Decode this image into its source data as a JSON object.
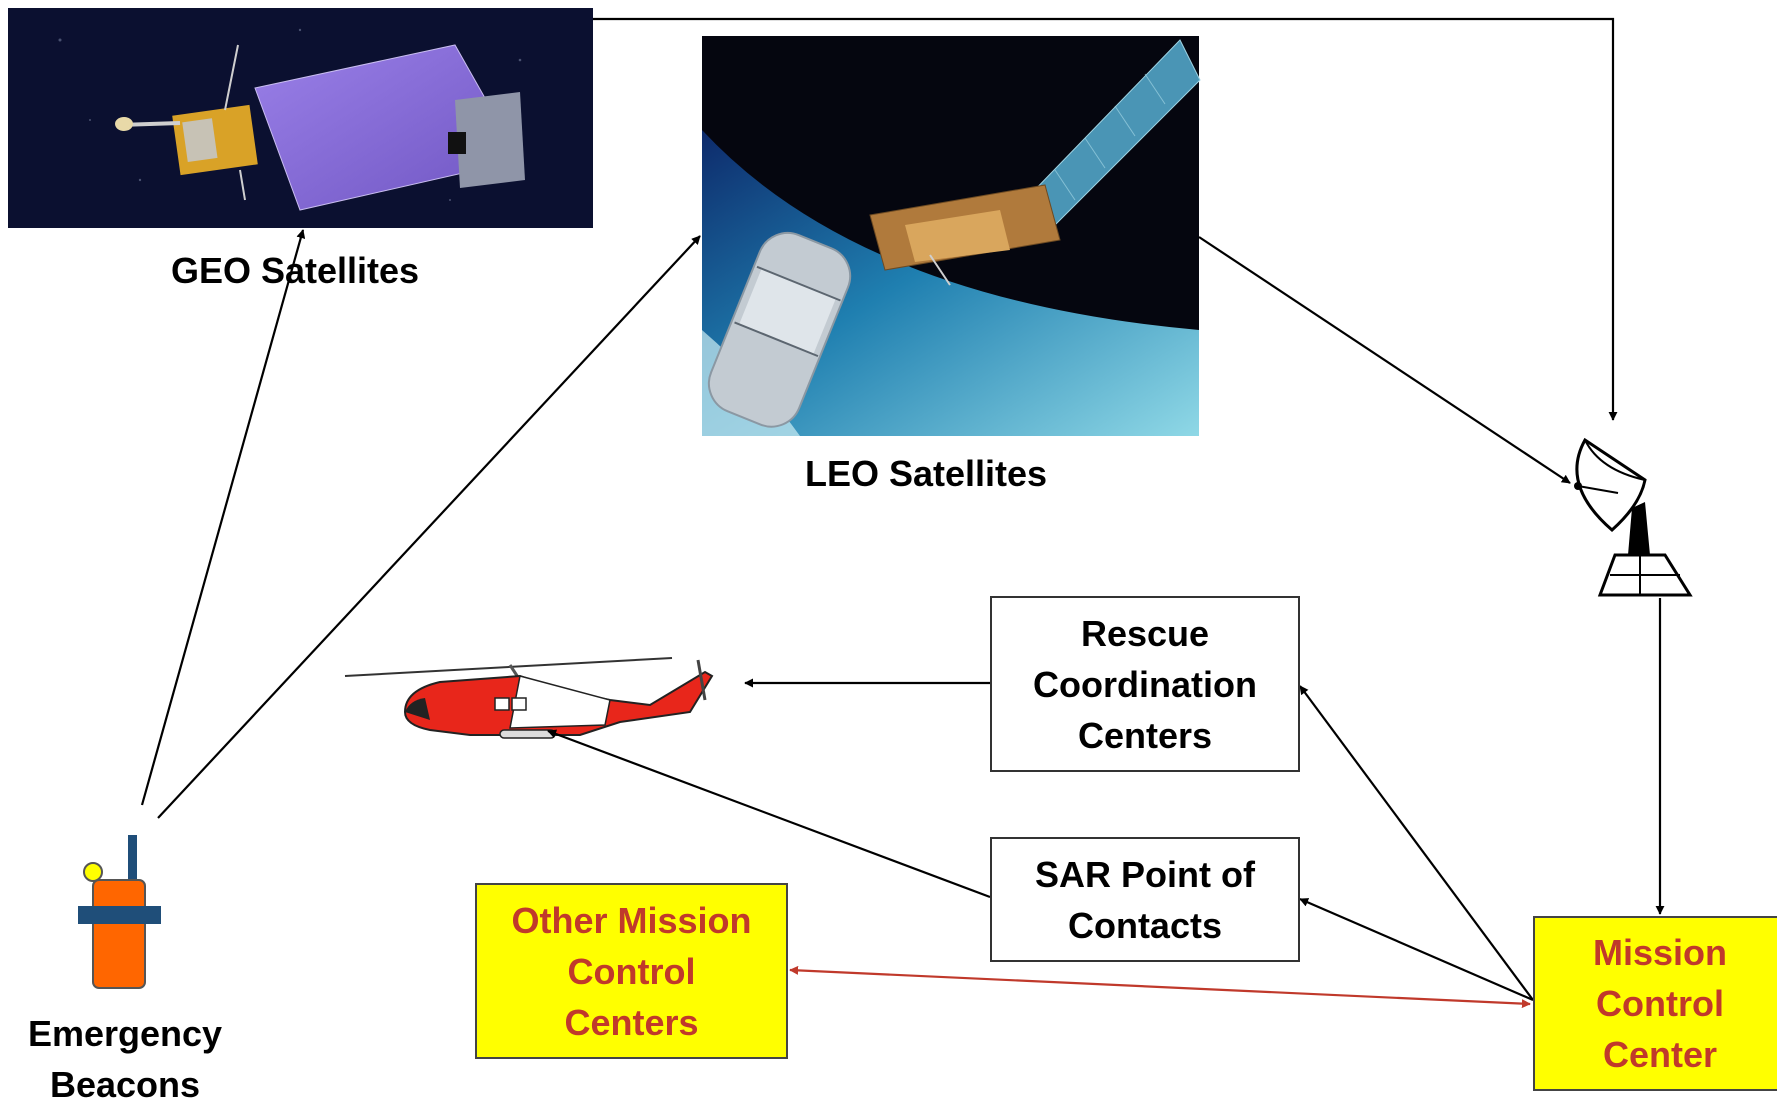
{
  "labels": {
    "geo": "GEO Satellites",
    "leo": "LEO Satellites",
    "beacons": "Emergency\nBeacons"
  },
  "boxes": {
    "rcc": "Rescue\nCoordination\nCenters",
    "sar": "SAR Point of\nContacts",
    "omcc": "Other Mission\nControl\nCenters",
    "mcc": "Mission\nControl\nCenter"
  },
  "colors": {
    "arrow": "#000000",
    "mcc_link": "#c0392b",
    "highlight_box": "#ffff00",
    "highlight_text": "#c0392b",
    "space": "#0b1030",
    "solar_panel": "#8a6fd6",
    "helicopter_red": "#e8261b",
    "beacon_orange": "#ff6600",
    "beacon_band": "#1f4e79"
  },
  "icons": [
    "geo-satellite-image",
    "leo-satellite-image",
    "helicopter-icon",
    "satellite-dish-icon",
    "emergency-beacon-icon"
  ]
}
